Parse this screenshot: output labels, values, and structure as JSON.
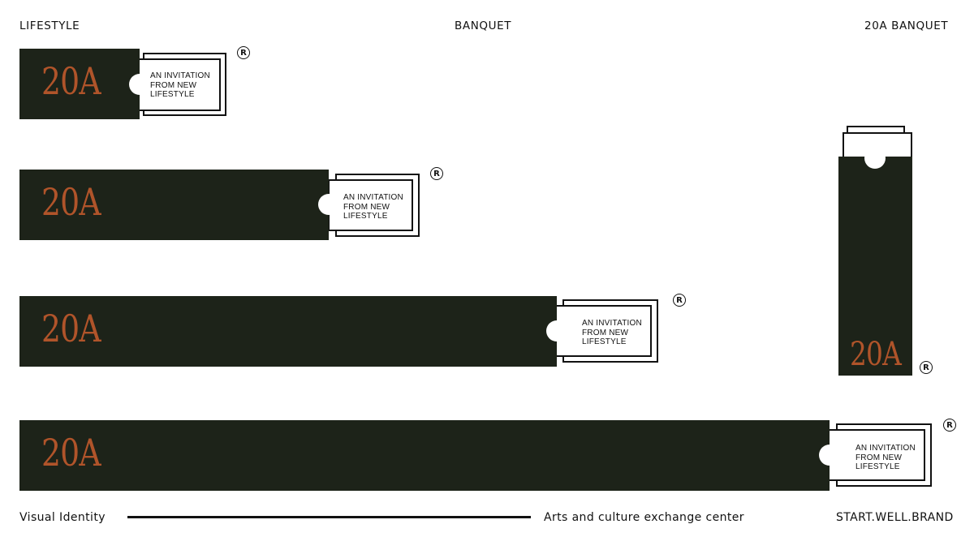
{
  "header": {
    "left": "LIFESTYLE",
    "center": "BANQUET",
    "right": "20A BANQUET"
  },
  "brand": {
    "logo": "20A",
    "tagline": [
      "AN INVITATION",
      "FROM NEW",
      "LIFESTYLE"
    ],
    "registered_mark": "R",
    "sleeve_color": "#1d2319",
    "logo_color": "#b0542a"
  },
  "footer": {
    "left": "Visual Identity",
    "center": "Arts and culture exchange center",
    "right": "START.WELL.BRAND"
  }
}
